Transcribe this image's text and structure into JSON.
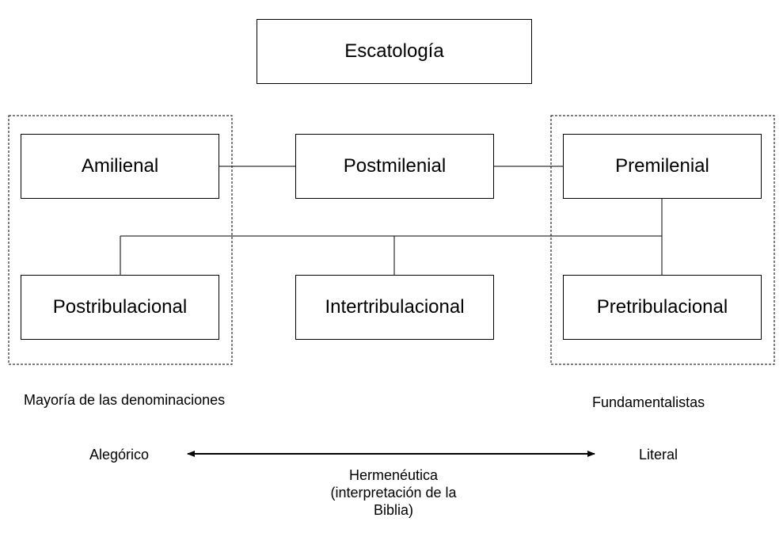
{
  "diagram": {
    "root": "Escatología",
    "millennial_views": [
      "Amilienal",
      "Postmilenial",
      "Premilenial"
    ],
    "tribulation_views": [
      "Postribulacional",
      "Intertribulacional",
      "Pretribulacional"
    ],
    "group_left_caption": "Mayoría de las denominaciones",
    "group_right_caption": "Fundamentalistas",
    "scale": {
      "left_end": "Alegórico",
      "right_end": "Literal",
      "caption_lines": [
        "Hermenéutica",
        "(interpretación de la",
        "Biblia)"
      ]
    },
    "colors": {
      "line": "#000000",
      "box_border": "#000000",
      "background": "#ffffff"
    }
  }
}
